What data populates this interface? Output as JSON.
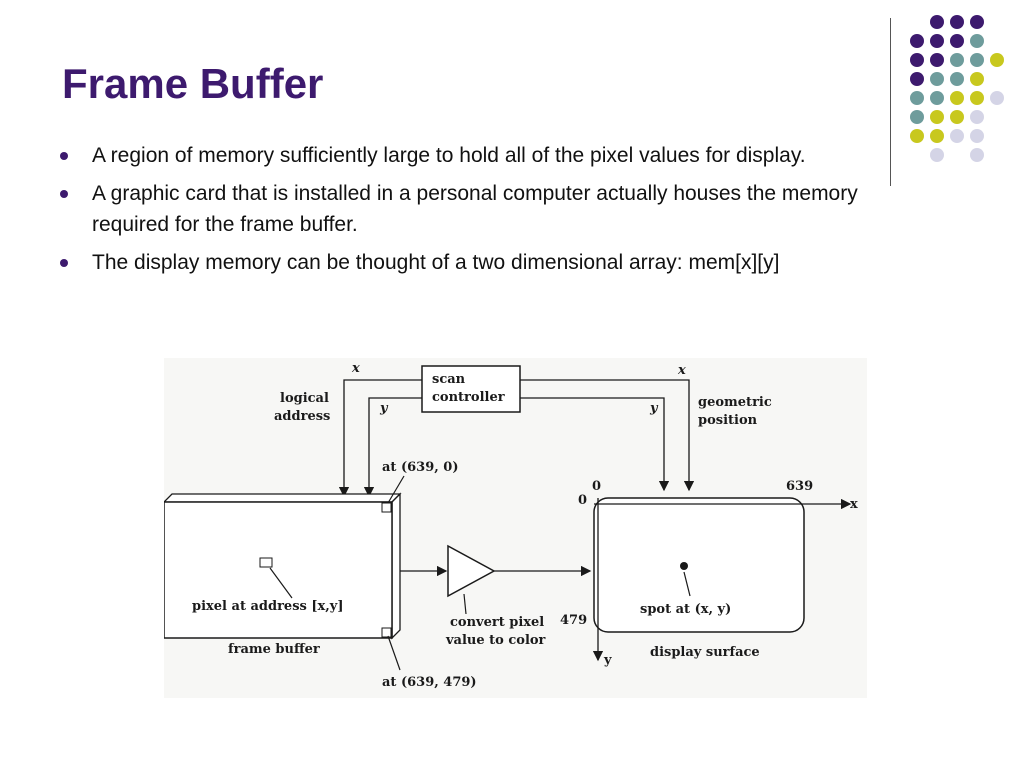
{
  "slide": {
    "title": "Frame Buffer",
    "bullets": [
      "A region of memory sufficiently large to hold all of the pixel values for display.",
      "A graphic card that is installed in a personal computer actually houses the memory required for the frame buffer.",
      "The display memory can be thought of a two dimensional array:  mem[x][y]"
    ]
  },
  "figure": {
    "scan_controller": [
      "scan",
      "controller"
    ],
    "logical_address": [
      "logical",
      "address"
    ],
    "geometric_position": [
      "geometric",
      "position"
    ],
    "x_label": "x",
    "y_label": "y",
    "at_top": "at (639, 0)",
    "at_bottom": "at (639, 479)",
    "pixel_at_address": "pixel at address [x,y]",
    "frame_buffer": "frame buffer",
    "convert_pixel": [
      "convert pixel",
      "value to color"
    ],
    "spot_at": "spot at (x, y)",
    "display_surface": "display surface",
    "origin_zero": "0",
    "top_zero": "0",
    "max_x": "639",
    "max_y": "479",
    "axis_x": "x",
    "axis_y": "y"
  },
  "colors": {
    "title": "#3d1a6e",
    "dot_purple": "#3d1a6e",
    "dot_teal": "#6e9c9c",
    "dot_yellow": "#c8c81e",
    "dot_lavender": "#d4d4e6"
  }
}
